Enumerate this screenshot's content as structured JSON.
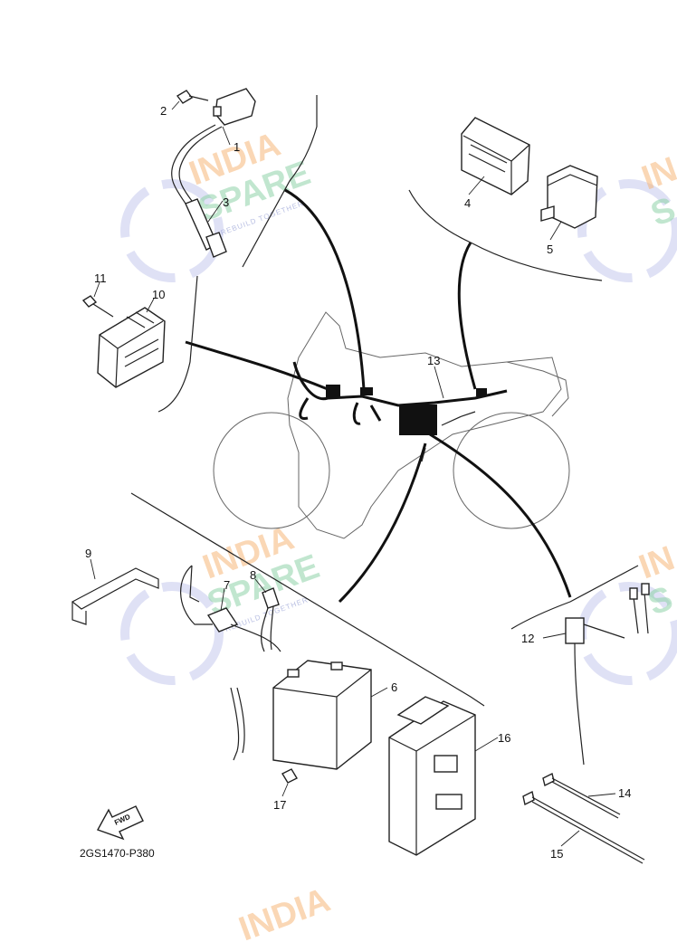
{
  "diagram_code": "2GS1470-P380",
  "fwd_label": "FWD",
  "watermark": {
    "word1": "INDIA",
    "word2": "SPARE",
    "tagline": "REBUILD TOGETHER"
  },
  "callouts": [
    "1",
    "2",
    "3",
    "4",
    "5",
    "6",
    "7",
    "8",
    "9",
    "10",
    "11",
    "12",
    "13",
    "14",
    "15",
    "16",
    "17"
  ],
  "colors": {
    "line": "#111111",
    "watermark_orange": "#f6b77a",
    "watermark_green": "#8fd3a8",
    "watermark_icon": "#b7bde6"
  }
}
